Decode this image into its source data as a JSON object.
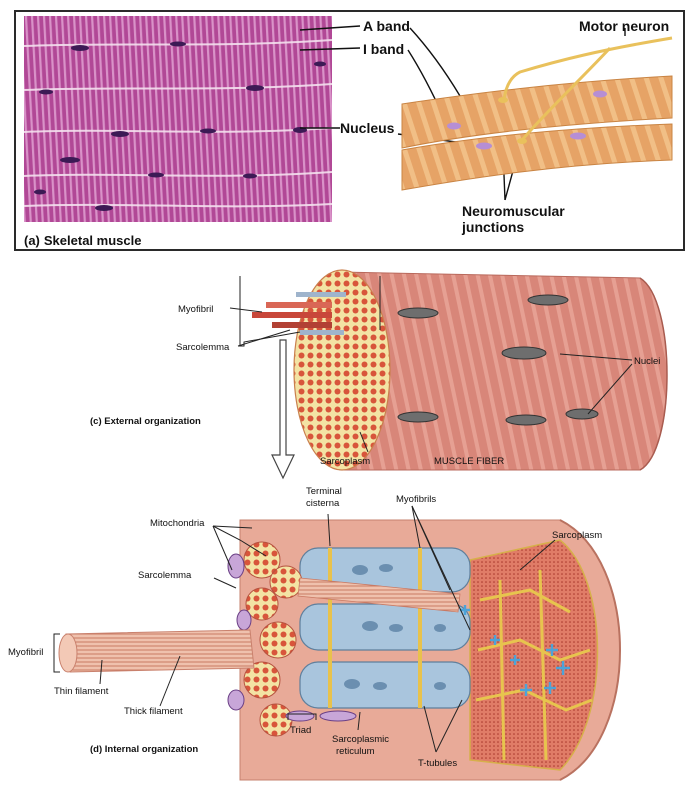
{
  "panel_a": {
    "caption_letter": "(a)",
    "caption_text": "Skeletal muscle",
    "labels": {
      "a_band": "A band",
      "i_band": "I band",
      "nucleus": "Nucleus",
      "motor_neuron": "Motor neuron",
      "nmj_line1": "Neuromuscular",
      "nmj_line2": "junctions"
    }
  },
  "panel_c": {
    "caption": "(c) External organization",
    "labels": {
      "myofibril": "Myofibril",
      "sarcolemma": "Sarcolemma",
      "nuclei": "Nuclei",
      "sarcoplasm": "Sarcoplasm",
      "muscle_fiber": "MUSCLE FIBER"
    }
  },
  "panel_d": {
    "caption": "(d) Internal organization",
    "labels": {
      "terminal_line1": "Terminal",
      "terminal_line2": "cisterna",
      "myofibrils": "Myofibrils",
      "mitochondria": "Mitochondria",
      "sarcoplasm": "Sarcoplasm",
      "sarcolemma": "Sarcolemma",
      "myofibril": "Myofibril",
      "thin_filament": "Thin filament",
      "thick_filament": "Thick filament",
      "triad": "Triad",
      "sr_line1": "Sarcoplasmic",
      "sr_line2": "reticulum",
      "t_tubules": "T-tubules"
    }
  },
  "colors": {
    "histology_base": "#b54a9a",
    "histology_stripe": "#d98cc6",
    "nucleus_stain": "#3c1a55",
    "fiber_orange": "#e8a565",
    "neuron_yellow": "#f0d27a",
    "fiber_pink": "#dc8d82",
    "sr_blue": "#a9c5dd",
    "t_tubule_plus": "#4da3d8"
  }
}
